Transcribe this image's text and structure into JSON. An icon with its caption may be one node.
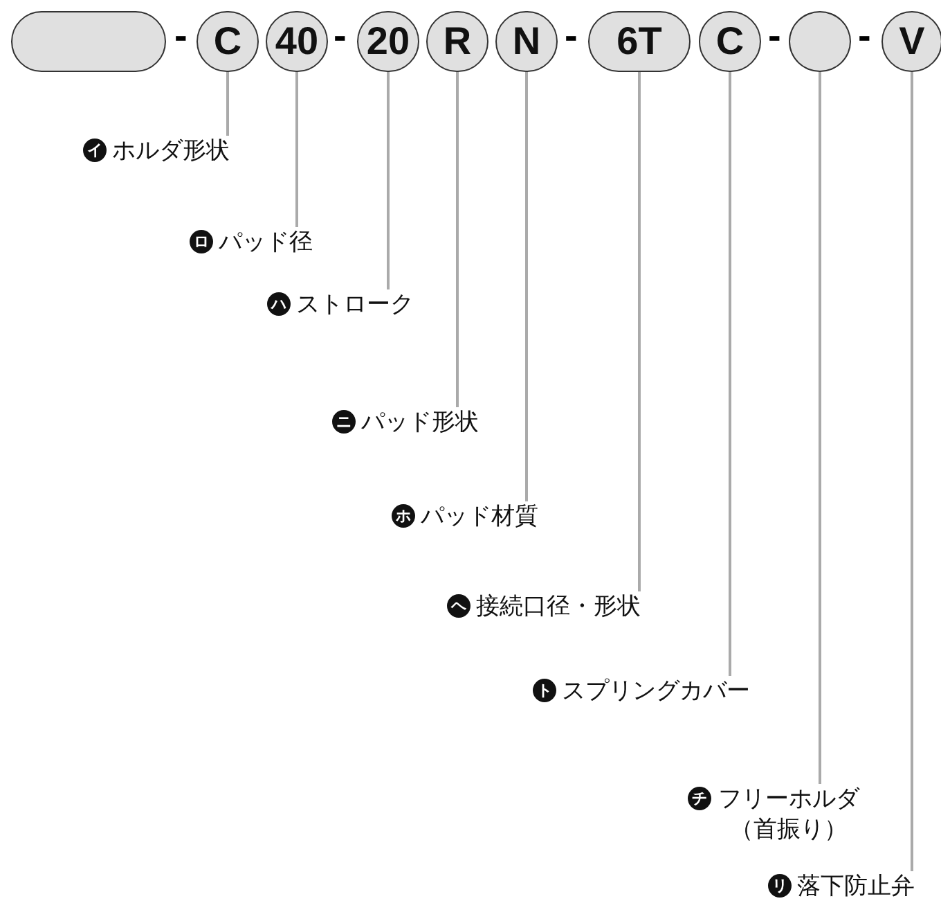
{
  "diagram": {
    "nodes": [
      {
        "text": [],
        "shape": "box"
      },
      {
        "text": [
          "C"
        ]
      },
      {
        "text": [
          "40"
        ]
      },
      {
        "text": [
          "20"
        ]
      },
      {
        "text": [
          "R"
        ]
      },
      {
        "text": [
          "N"
        ]
      },
      {
        "text": [
          "6T"
        ]
      },
      {
        "text": [
          "C"
        ]
      },
      {
        "text": [],
        "shape": "circle"
      },
      {
        "text": [
          "V"
        ]
      },
      {
        "text": [
          "イ",
          "ホルダ形状"
        ]
      },
      {
        "text": [
          "ロ",
          "パッド径"
        ]
      },
      {
        "text": [
          "ハ",
          "ストローク"
        ]
      },
      {
        "text": [
          "ニ",
          "パッド形状"
        ]
      },
      {
        "text": [
          "ホ",
          "パッド材質"
        ]
      },
      {
        "text": [
          "ヘ",
          "接続口径・形状"
        ]
      },
      {
        "text": [
          "ト",
          "スプリングカバー"
        ]
      },
      {
        "text": [
          "チ",
          "フリーホルダ（首振り）"
        ]
      },
      {
        "text": [
          "リ",
          "落下防止弁"
        ]
      }
    ],
    "edges": [
      {
        "from": 1,
        "to": 10,
        "arrow": "none"
      },
      {
        "from": 2,
        "to": 11,
        "arrow": "none"
      },
      {
        "from": 3,
        "to": 12,
        "arrow": "none"
      },
      {
        "from": 4,
        "to": 13,
        "arrow": "none"
      },
      {
        "from": 5,
        "to": 14,
        "arrow": "none"
      },
      {
        "from": 6,
        "to": 15,
        "arrow": "none"
      },
      {
        "from": 7,
        "to": 16,
        "arrow": "none"
      },
      {
        "from": 8,
        "to": 17,
        "arrow": "none"
      },
      {
        "from": 9,
        "to": 18,
        "arrow": "none"
      }
    ],
    "labels": [
      "-",
      "-",
      "-",
      "-",
      "-"
    ]
  }
}
